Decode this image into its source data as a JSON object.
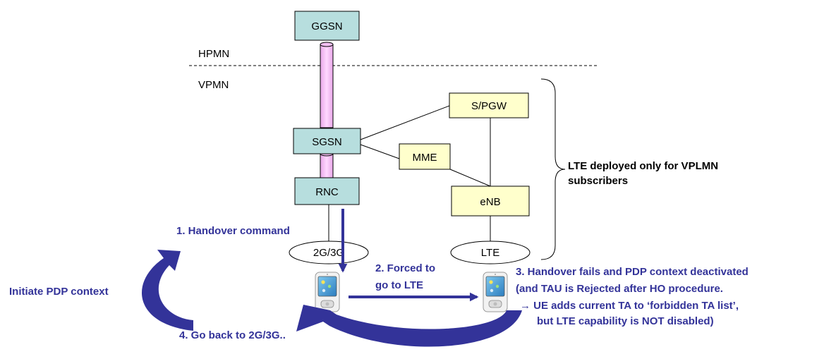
{
  "colors": {
    "core_node": "#b7dede",
    "eps_node": "#ffffcc",
    "tunnel": "#ffccff",
    "step_text": "#333399",
    "arrow": "#333399"
  },
  "nodes": {
    "ggsn": "GGSN",
    "sgsn": "SGSN",
    "rnc": "RNC",
    "spgw": "S/PGW",
    "mme": "MME",
    "enb": "eNB"
  },
  "cells": {
    "access_2g3g": "2G/3G",
    "lte": "LTE"
  },
  "networks": {
    "hpmn": "HPMN",
    "vpmn": "VPMN"
  },
  "brace_note": {
    "line1": "LTE deployed only for VPLMN",
    "line2": "subscribers"
  },
  "steps": {
    "step1": "1. Handover command",
    "step2_line1": "2. Forced to",
    "step2_line2": "go to LTE",
    "step3_line1": "3. Handover fails and PDP context deactivated",
    "step3_line2": "(and TAU is Rejected  after HO procedure.",
    "step3_line3": "→ UE adds current TA to ‘forbidden TA list’,",
    "step3_line4": "but LTE capability is NOT disabled)",
    "step4": "4. Go back to 2G/3G..",
    "initiate": "Initiate PDP context"
  },
  "icons": {
    "ue_left": "mobile-phone-icon",
    "ue_right": "mobile-phone-icon"
  }
}
